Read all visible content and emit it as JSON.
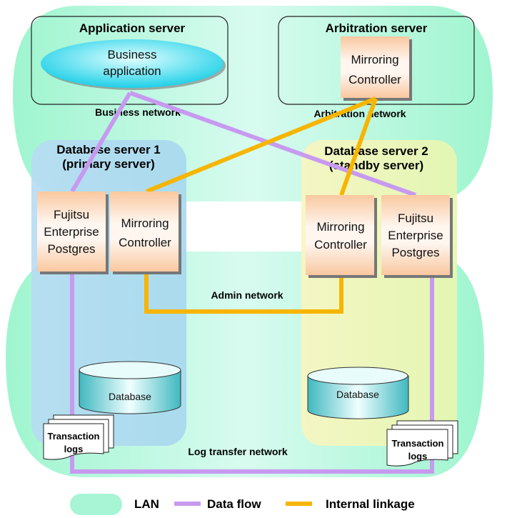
{
  "application_server": {
    "title": "Application server",
    "business_application": [
      "Business",
      "application"
    ]
  },
  "arbitration_server": {
    "title": "Arbitration server",
    "mirroring_controller": [
      "Mirroring",
      "Controller"
    ]
  },
  "networks": {
    "business": "Business network",
    "arbitration": "Arbitration network",
    "admin": "Admin network",
    "log_transfer": "Log transfer network"
  },
  "database_server_1": {
    "title": [
      "Database server 1",
      "(primary server)"
    ],
    "postgres": [
      "Fujitsu",
      "Enterprise",
      "Postgres"
    ],
    "mirroring_controller": [
      "Mirroring",
      "Controller"
    ],
    "database": "Database",
    "transaction_logs": [
      "Transaction",
      "logs"
    ]
  },
  "database_server_2": {
    "title": [
      "Database server 2",
      "(standby server)"
    ],
    "postgres": [
      "Fujitsu",
      "Enterprise",
      "Postgres"
    ],
    "mirroring_controller": [
      "Mirroring",
      "Controller"
    ],
    "database": "Database",
    "transaction_logs": [
      "Transaction",
      "logs"
    ]
  },
  "legend": {
    "lan": "LAN",
    "data_flow": "Data flow",
    "internal_linkage": "Internal linkage"
  },
  "colors": {
    "lan": "#9ff5cf",
    "db1_area": "#a8d8ee",
    "db2_area": "#f2f6b8",
    "box_orange": "#f9c8a0",
    "data_flow": "#c79af0",
    "internal_linkage": "#f7b500",
    "cylinder": "#40c0c8"
  }
}
